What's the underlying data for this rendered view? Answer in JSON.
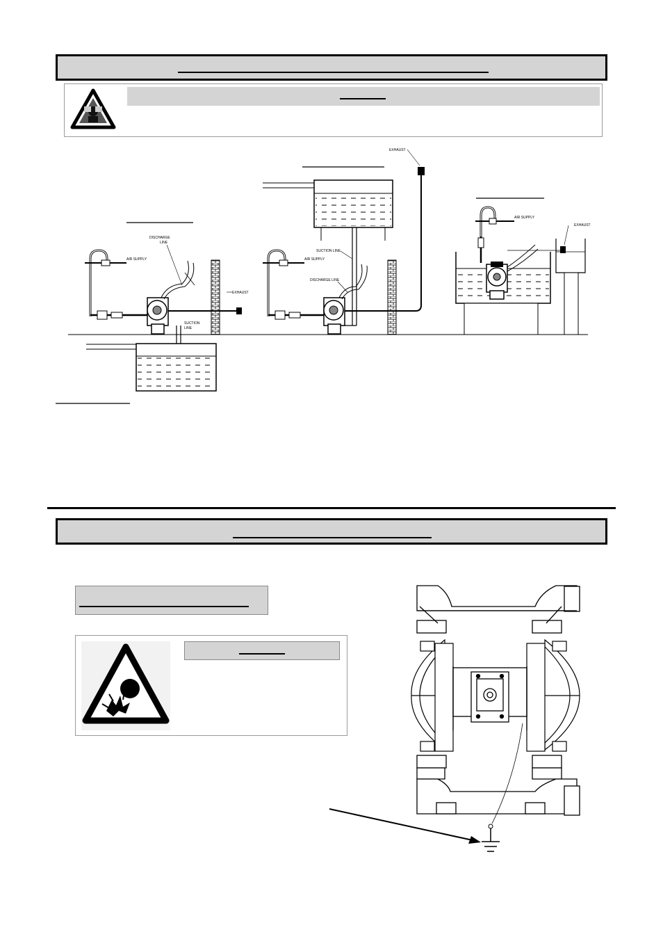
{
  "diagram_labels": {
    "exhaust": "EXHAUST",
    "air_supply": "AIR SUPPLY",
    "discharge_line": "DISCHARGE",
    "line": "LINE",
    "suction": "SUCTION",
    "suction_line": "SUCTION LINE",
    "discharge_line_full": "DISCHARGE LINE"
  }
}
